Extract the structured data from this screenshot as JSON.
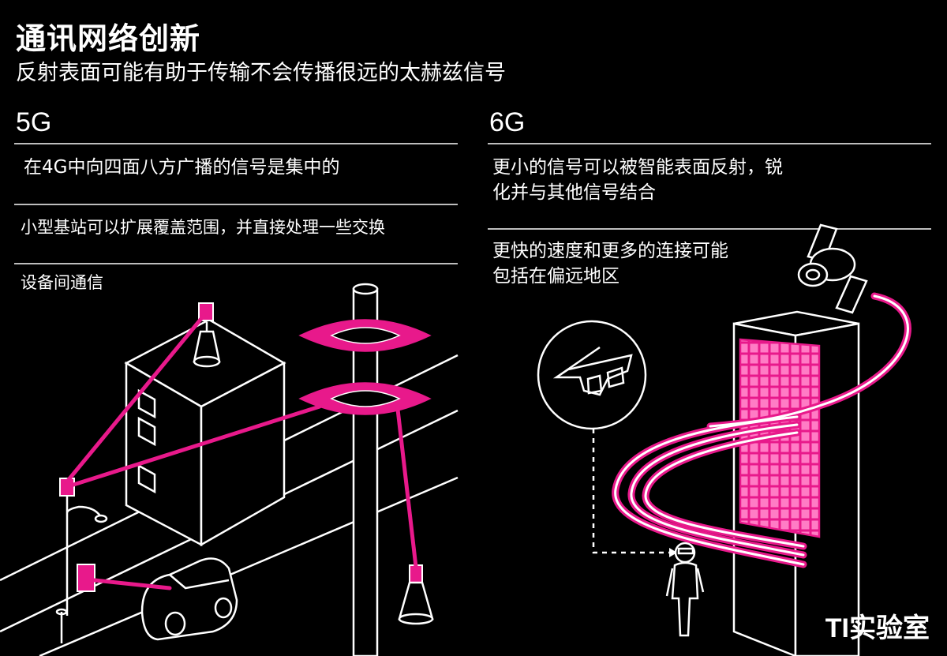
{
  "header": {
    "title": "通讯网络创新",
    "subtitle": "反射表面可能有助于传输不会传播很远的太赫兹信号"
  },
  "left": {
    "heading": "5G",
    "item1": "在4G中向四面八方广播的信号是集中的",
    "item2": "小型基站可以扩展覆盖范围，并直接处理一些交换",
    "item3": "设备间通信"
  },
  "right": {
    "heading": "6G",
    "item1_line1": "更小的信号可以被智能表面反射，锐",
    "item1_line2": "化并与其他信号结合",
    "item2_line1": "更快的速度和更多的连接可能",
    "item2_line2": "包括在偏远地区"
  },
  "watermark": "TI实验室",
  "colors": {
    "background": "#000000",
    "accent": "#e8198b",
    "line": "#ffffff",
    "rule": "#bdbdbd"
  }
}
